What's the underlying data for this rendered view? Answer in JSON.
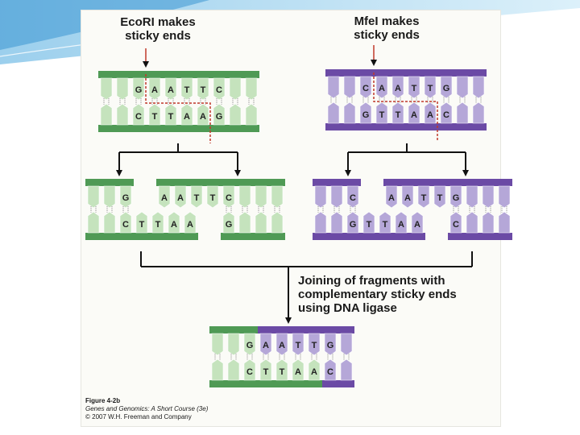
{
  "labels": {
    "ecori_title": [
      "EcoRI makes",
      "sticky ends"
    ],
    "mfei_title": [
      "MfeI makes",
      "sticky ends"
    ],
    "joining_text": [
      "Joining of fragments with",
      "complementary sticky ends",
      "using DNA ligase"
    ]
  },
  "caption": {
    "figure": "Figure 4-2b",
    "book": "Genes and Genomics: A Short Course (3e)",
    "copyright": "© 2007 W.H. Freeman and Company"
  },
  "sequences": {
    "ecori_top": [
      "G",
      "A",
      "A",
      "T",
      "T",
      "C"
    ],
    "ecori_bottom": [
      "C",
      "T",
      "T",
      "A",
      "A",
      "G"
    ],
    "mfei_top": [
      "C",
      "A",
      "A",
      "T",
      "T",
      "G"
    ],
    "mfei_bottom": [
      "G",
      "T",
      "T",
      "A",
      "A",
      "C"
    ],
    "ecori_left_frag": {
      "top": [
        "G"
      ],
      "bottom": [
        "C",
        "T",
        "T",
        "A",
        "A"
      ]
    },
    "ecori_right_frag": {
      "top": [
        "A",
        "A",
        "T",
        "T",
        "C"
      ],
      "bottom": [
        "G"
      ]
    },
    "mfei_left_frag": {
      "top": [
        "C"
      ],
      "bottom": [
        "G",
        "T",
        "T",
        "A",
        "A"
      ]
    },
    "mfei_right_frag": {
      "top": [
        "A",
        "A",
        "T",
        "T",
        "G"
      ],
      "bottom": [
        "C"
      ]
    },
    "hybrid_top": [
      "G",
      "A",
      "A",
      "T",
      "T",
      "G"
    ],
    "hybrid_bottom": [
      "C",
      "T",
      "T",
      "A",
      "A",
      "C"
    ]
  },
  "colors": {
    "green_bb": "#4f9a55",
    "green_base": "#c5e3bd",
    "purple_bb": "#6b4aa5",
    "purple_base": "#b5a7d8",
    "cut_line": "#c0392b",
    "arrow": "#111111"
  }
}
